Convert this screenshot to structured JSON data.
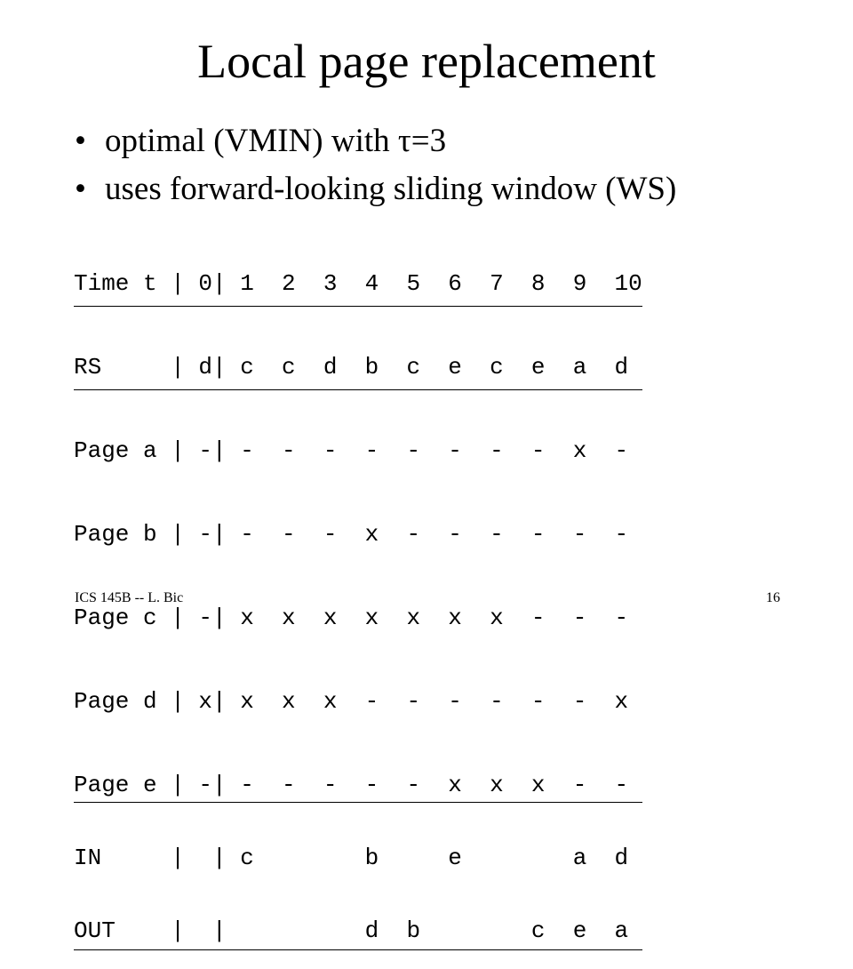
{
  "slide": {
    "title": "Local page replacement",
    "bullets": [
      "optimal (VMIN) with τ=3",
      "uses forward-looking sliding window (WS)"
    ],
    "trace_rows": [
      "Time t | 0| 1  2  3  4  5  6  7  8  9  10",
      "RS     | d| c  c  d  b  c  e  c  e  a  d",
      "Page a | -| -  -  -  -  -  -  -  -  x  -",
      "Page b | -| -  -  -  x  -  -  -  -  -  -",
      "Page c | -| x  x  x  x  x  x  x  -  -  -",
      "Page d | x| x  x  x  -  -  -  -  -  -  x",
      "Page e | -| -  -  -  -  -  x  x  x  -  -",
      "IN     |  | c        b     e        a  d",
      "OUT    |  |          d  b        c  e  a"
    ],
    "footer_left": "ICS 145B -- L. Bic",
    "page_number": "16"
  }
}
